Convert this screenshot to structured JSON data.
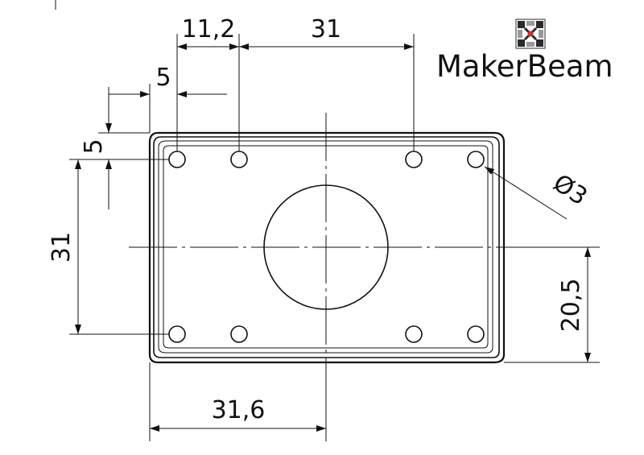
{
  "brand": {
    "name": "MakerBeam",
    "icon": "makerbeam-cube-logo-icon",
    "colors": {
      "logo_dark": "#2b2b2b",
      "logo_red": "#d0302a",
      "logo_grey": "#9a9a9a"
    }
  },
  "dimensions": {
    "hole_pitch_small": "11,2",
    "hole_pitch_large": "31",
    "edge_offset_x": "5",
    "edge_offset_y": "5",
    "hole_pitch_vertical": "31",
    "center_offset_y": "20,5",
    "center_offset_x": "31,6",
    "hole_diameter": "Ø3"
  },
  "colors": {
    "ink": "#111111",
    "background": "#ffffff"
  }
}
